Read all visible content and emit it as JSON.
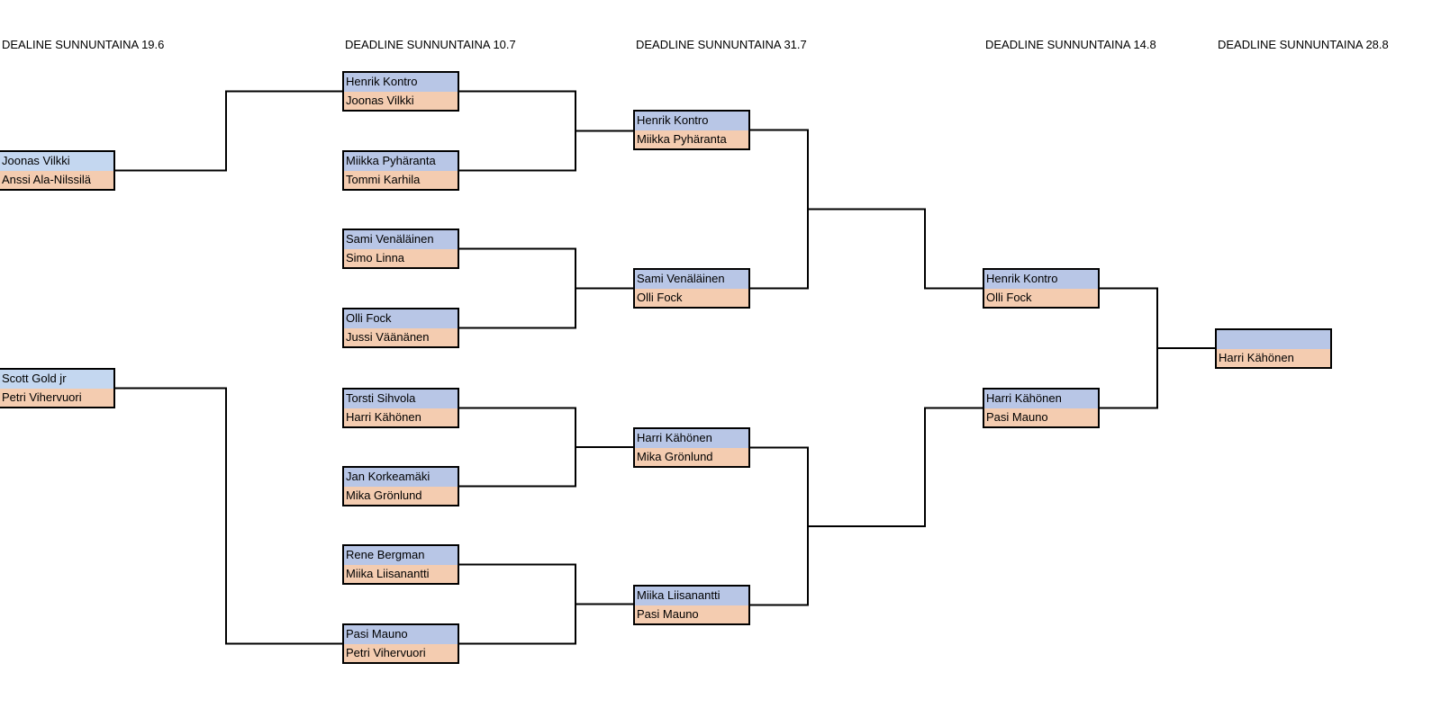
{
  "colors": {
    "top": "#b8c6e6",
    "top_round0": "#c4d7f0",
    "bottom": "#f4ccb0",
    "line": "#000000"
  },
  "headings": [
    "DEALINE SUNNUNTAINA 19.6",
    "DEADLINE SUNNUNTAINA 10.7",
    "DEADLINE SUNNUNTAINA 31.7",
    "DEADLINE SUNNUNTAINA 14.8",
    "DEADLINE SUNNUNTAINA 28.8"
  ],
  "rounds": [
    [
      {
        "top": "Joonas Vilkki",
        "bottom": "Anssi Ala-Nilssilä"
      },
      {
        "top": "Scott Gold jr",
        "bottom": "Petri Vihervuori"
      }
    ],
    [
      {
        "top": "Henrik Kontro",
        "bottom": "Joonas Vilkki"
      },
      {
        "top": "Miikka Pyhäranta",
        "bottom": "Tommi Karhila"
      },
      {
        "top": "Sami Venäläinen",
        "bottom": "Simo Linna"
      },
      {
        "top": "Olli Fock",
        "bottom": "Jussi Väänänen"
      },
      {
        "top": "Torsti Sihvola",
        "bottom": "Harri Kähönen"
      },
      {
        "top": "Jan Korkeamäki",
        "bottom": "Mika Grönlund"
      },
      {
        "top": "Rene Bergman",
        "bottom": "Miika Liisanantti"
      },
      {
        "top": "Pasi Mauno",
        "bottom": "Petri Vihervuori"
      }
    ],
    [
      {
        "top": "Henrik Kontro",
        "bottom": "Miikka Pyhäranta"
      },
      {
        "top": "Sami Venäläinen",
        "bottom": "Olli Fock"
      },
      {
        "top": "Harri Kähönen",
        "bottom": "Mika Grönlund"
      },
      {
        "top": "Miika Liisanantti",
        "bottom": "Pasi Mauno"
      }
    ],
    [
      {
        "top": "Henrik Kontro",
        "bottom": "Olli Fock"
      },
      {
        "top": "Harri Kähönen",
        "bottom": "Pasi Mauno"
      }
    ],
    [
      {
        "top": "",
        "bottom": "Harri Kähönen"
      }
    ]
  ]
}
